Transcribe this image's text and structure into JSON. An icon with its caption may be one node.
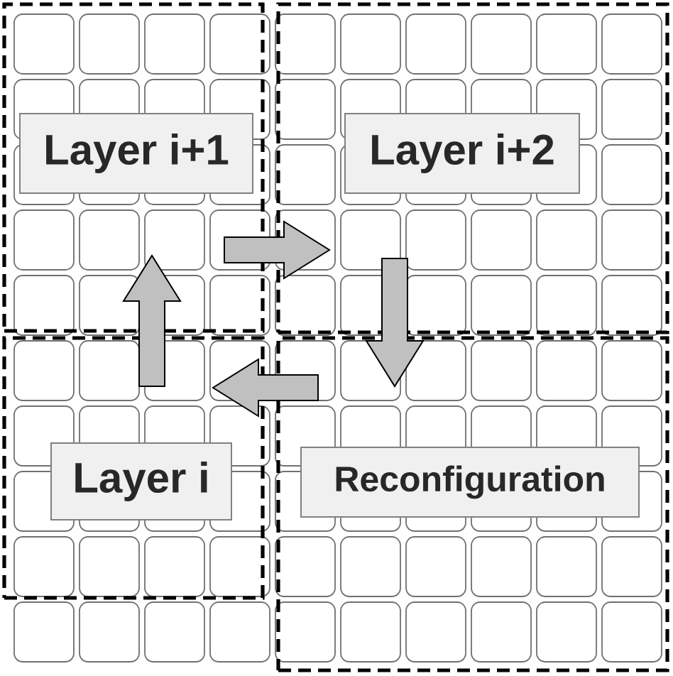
{
  "diagram": {
    "nodes": [
      {
        "text": [],
        "shape": "box"
      },
      {
        "text": [
          "Layer i+1"
        ],
        "in": 0
      },
      {
        "text": [],
        "shape": "box"
      },
      {
        "text": [
          "Layer i+2"
        ],
        "in": 2
      },
      {
        "text": [],
        "shape": "box"
      },
      {
        "text": [
          "Layer i"
        ],
        "in": 4
      },
      {
        "text": [],
        "shape": "box"
      },
      {
        "text": [
          "Reconfiguration"
        ],
        "in": 6
      }
    ],
    "edges": [
      {
        "from": 4,
        "to": 0,
        "arrow": "to"
      },
      {
        "from": 0,
        "to": 2,
        "arrow": "to"
      },
      {
        "from": 2,
        "to": 6,
        "arrow": "to"
      },
      {
        "from": 6,
        "to": 4,
        "arrow": "to"
      }
    ]
  }
}
